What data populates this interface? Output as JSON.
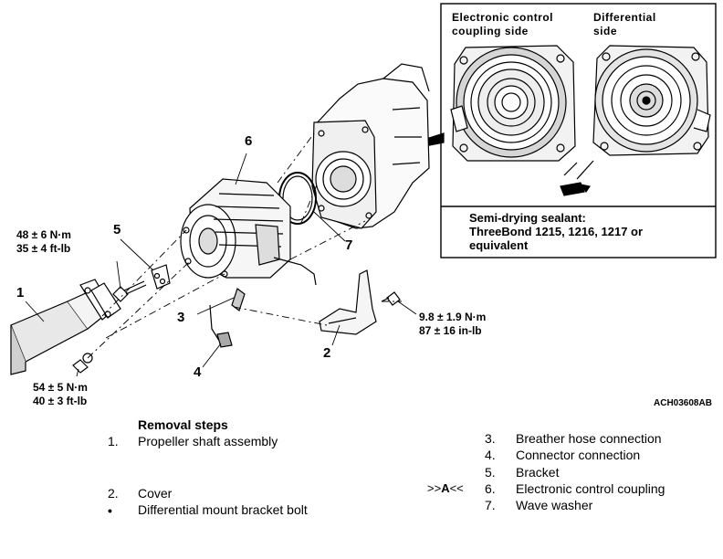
{
  "inset": {
    "ecc_side_label_line1": "Electronic control",
    "ecc_side_label_line2": "coupling side",
    "diff_side_label_line1": "Differential",
    "diff_side_label_line2": "side",
    "sealant_title": "Semi-drying sealant:",
    "sealant_line2": "ThreeBond 1215, 1216, 1217 or",
    "sealant_line3": "equivalent"
  },
  "callouts": {
    "n1": "1",
    "n2": "2",
    "n3": "3",
    "n4": "4",
    "n5": "5",
    "n6": "6",
    "n7": "7"
  },
  "torques": {
    "bolt5_nm": "48 ± 6 N·m",
    "bolt5_ftlb": "35 ± 4 ft-lb",
    "nut1_nm": "54 ± 5 N·m",
    "nut1_ftlb": "40 ± 3 ft-lb",
    "bolt2_nm": "9.8 ± 1.9 N·m",
    "bolt2_inlb": "87 ± 16 in-lb"
  },
  "figure_code": "ACH03608AB",
  "removal": {
    "title": "Removal steps",
    "left_steps": [
      {
        "marker": "1.",
        "text": "Propeller shaft assembly"
      },
      {
        "marker": "2.",
        "text": "Cover"
      },
      {
        "marker": "•",
        "text": "Differential mount bracket bolt"
      }
    ],
    "right_steps": [
      {
        "marker": "3.",
        "text": "Breather hose connection"
      },
      {
        "marker": "4.",
        "text": "Connector connection"
      },
      {
        "marker": "5.",
        "text": "Bracket"
      },
      {
        "marker": "6.",
        "text": "Electronic control coupling"
      },
      {
        "marker": "7.",
        "text": "Wave washer"
      }
    ],
    "service_marker_prefix": ">>",
    "service_marker_letter": "A",
    "service_marker_suffix": "<<"
  }
}
